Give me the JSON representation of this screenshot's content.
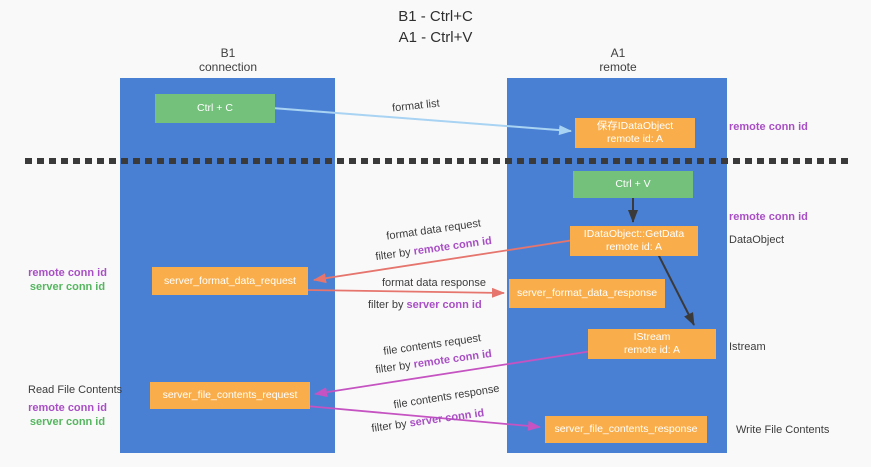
{
  "title": {
    "line1": "B1 - Ctrl+C",
    "line2": "A1 - Ctrl+V"
  },
  "columns": {
    "left": {
      "name": "B1",
      "role": "connection"
    },
    "right": {
      "name": "A1",
      "role": "remote"
    }
  },
  "nodes": {
    "ctrl_c": "Ctrl + C",
    "ctrl_v": "Ctrl + V",
    "save_dataobject_line1": "保存IDataObject",
    "save_dataobject_line2": "remote id: A",
    "getdata_line1": "IDataObject::GetData",
    "getdata_line2": "remote id: A",
    "istream_line1": "IStream",
    "istream_line2": "remote id: A",
    "format_request": "server_format_data_request",
    "format_response": "server_format_data_response",
    "file_request": "server_file_contents_request",
    "file_response": "server_file_contents_response"
  },
  "labels": {
    "format_list": "format list",
    "format_data_request": "format data request",
    "format_data_response": "format data response",
    "file_contents_request": "file contents request",
    "file_contents_response": "file contents response",
    "filter_by": "filter by",
    "remote_conn_id": "remote conn id",
    "server_conn_id": "server conn id",
    "read_file_contents": "Read File Contents",
    "write_file_contents": "Write File Contents",
    "dataobject": "DataObject",
    "istream": "Istream"
  },
  "colors": {
    "column_blue": "#4a80d4",
    "node_orange": "#f9ae4b",
    "node_green": "#74c17c",
    "arrow_lightblue": "#a9d3f2",
    "arrow_red": "#e5756d",
    "arrow_magenta": "#c553c1",
    "arrow_black": "#3a3a3a",
    "text_purple": "#a94fc5",
    "text_green": "#55b65f",
    "background": "#f9f9f9"
  }
}
